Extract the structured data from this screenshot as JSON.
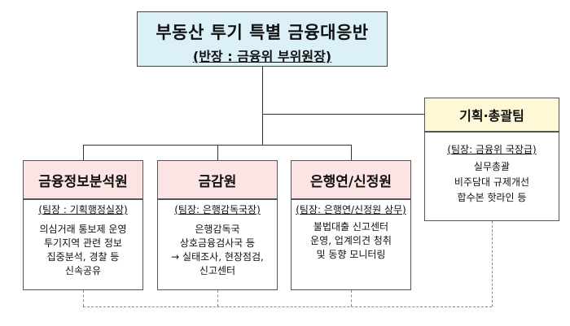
{
  "top": {
    "title": "부동산 투기 특별 금융대응반",
    "subtitle": "(반장 : 금융위 부위원장)"
  },
  "teams": [
    {
      "name": "금융정보분석원",
      "lead": "(팀장 : 기획행정실장)",
      "lines": [
        "의심거래 통보제 운영",
        "투기지역 관련 정보",
        "집중분석, 경찰 등",
        "신속공유"
      ]
    },
    {
      "name": "금감원",
      "lead": "(팀장: 은행감독국장)",
      "lines": [
        "은행감독국",
        "상호금융검사국 등",
        "→ 실태조사, 현장점검,",
        "신고센터"
      ]
    },
    {
      "name": "은행연/신정원",
      "lead": "(팀장: 은행연/신정원 상무)",
      "lines": [
        "불법대출 신고센터",
        "운영, 업계의견 청취",
        "및 동향 모니터링"
      ]
    }
  ],
  "planning": {
    "name": "기획·총괄팀",
    "lead": "(팀장: 금융위 국장급)",
    "lines": [
      "실무총괄",
      "비주담대 규제개선",
      "합수본 핫라인 등"
    ]
  }
}
